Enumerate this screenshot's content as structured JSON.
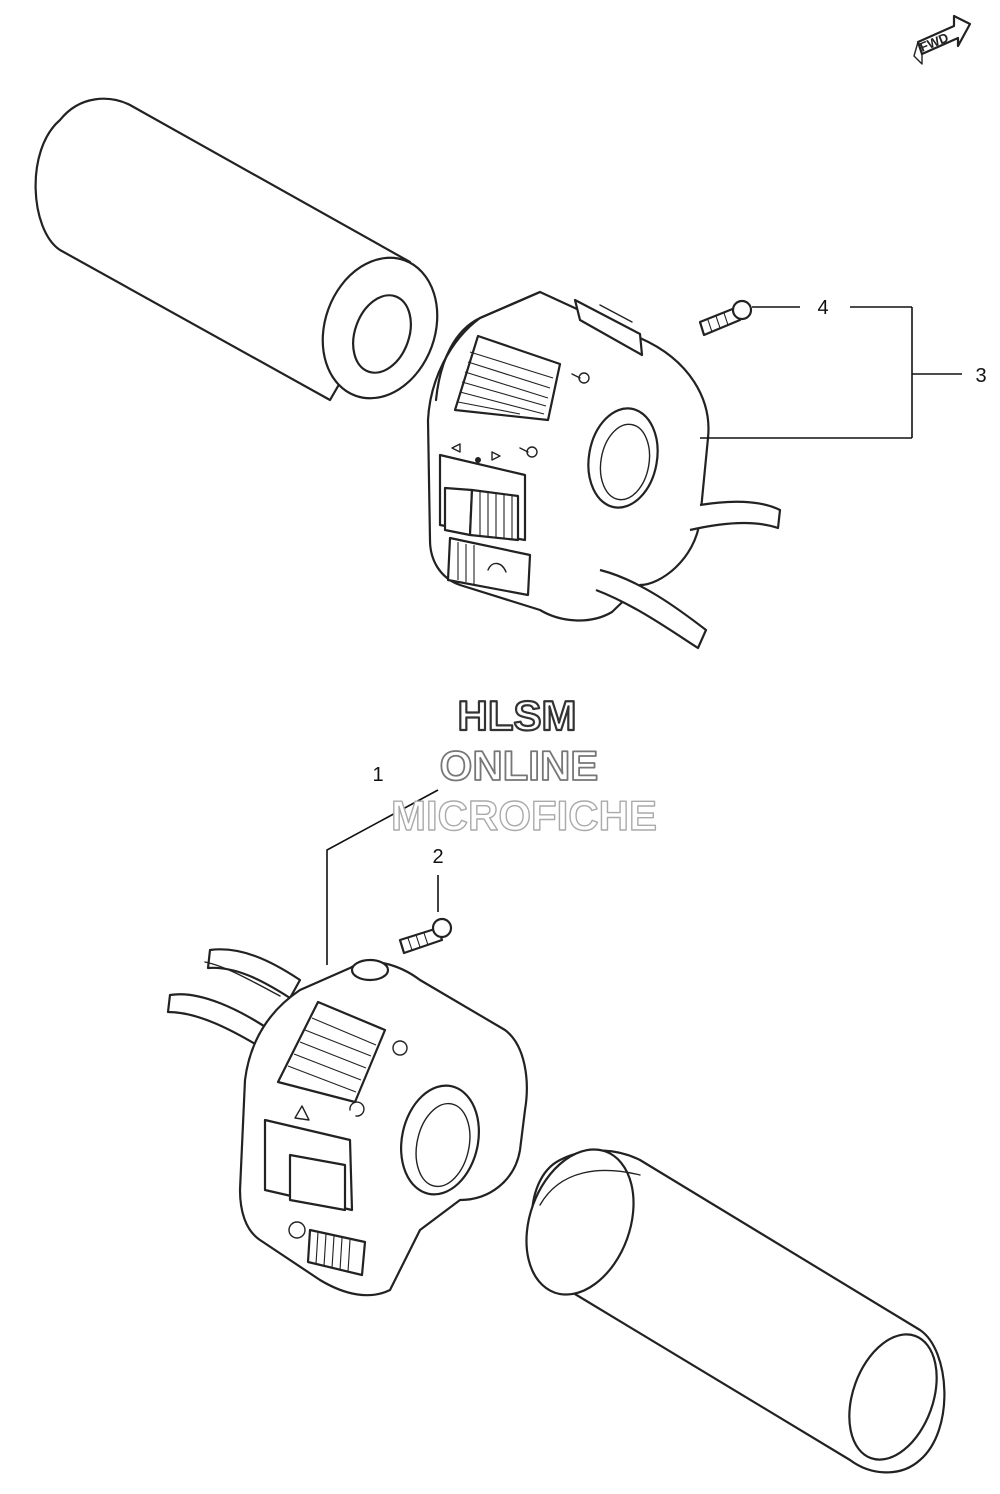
{
  "fwd_badge": {
    "label": "FWD",
    "icon": "fwd-arrow-icon"
  },
  "callouts": [
    {
      "number": "1"
    },
    {
      "number": "2"
    },
    {
      "number": "3"
    },
    {
      "number": "4"
    }
  ],
  "watermark": {
    "line1": "HLSM",
    "line2": "ONLINE",
    "line3": "MICROFICHE"
  },
  "colors": {
    "line": "#222222",
    "background": "#ffffff",
    "watermark_stroke": "#555555"
  }
}
